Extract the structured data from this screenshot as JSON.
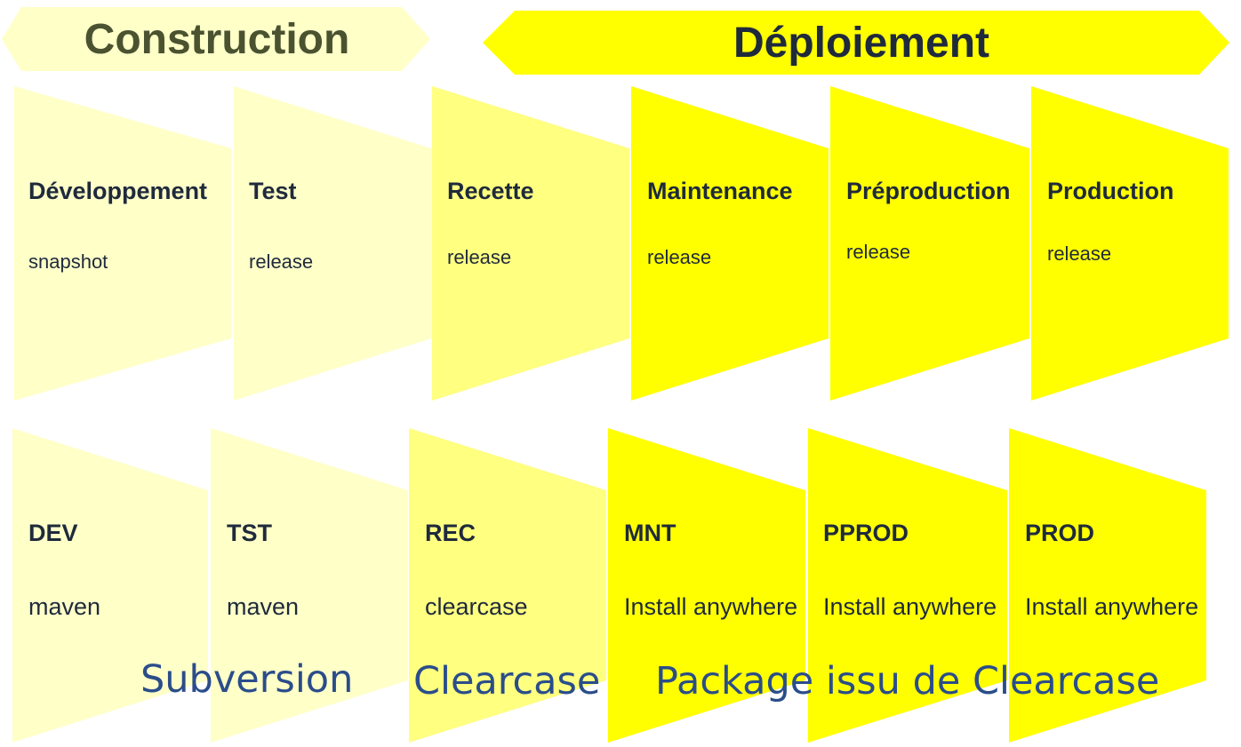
{
  "banners": {
    "construction": {
      "label": "Construction",
      "fill": "#FFFFC8",
      "text_color": "#4a5230"
    },
    "deploiement": {
      "label": "Déploiement",
      "fill": "#FFFF00",
      "text_color": "#1f2a3c"
    }
  },
  "environments": [
    {
      "title": "Développement",
      "sub": "snapshot",
      "fill": "#FFFFC8"
    },
    {
      "title": "Test",
      "sub": "release",
      "fill": "#FFFFC8"
    },
    {
      "title": "Recette",
      "sub": "release",
      "fill": "#FFFF80"
    },
    {
      "title": "Maintenance",
      "sub": "release",
      "fill": "#FFFF00"
    },
    {
      "title": "Préproduction",
      "sub": "release",
      "fill": "#FFFF00"
    },
    {
      "title": "Production",
      "sub": "release",
      "fill": "#FFFF00"
    }
  ],
  "codes": [
    {
      "title": "DEV",
      "sub": "maven",
      "fill": "#FFFFC8"
    },
    {
      "title": "TST",
      "sub": "maven",
      "fill": "#FFFFC8"
    },
    {
      "title": "REC",
      "sub": "clearcase",
      "fill": "#FFFF80"
    },
    {
      "title": "MNT",
      "sub": "Install anywhere",
      "fill": "#FFFF00"
    },
    {
      "title": "PPROD",
      "sub": "Install anywhere",
      "fill": "#FFFF00"
    },
    {
      "title": "PROD",
      "sub": "Install anywhere",
      "fill": "#FFFF00"
    }
  ],
  "tools": {
    "subversion": "Subversion",
    "clearcase": "Clearcase",
    "package": "Package issu de Clearcase",
    "color": "#2a4d8a"
  }
}
